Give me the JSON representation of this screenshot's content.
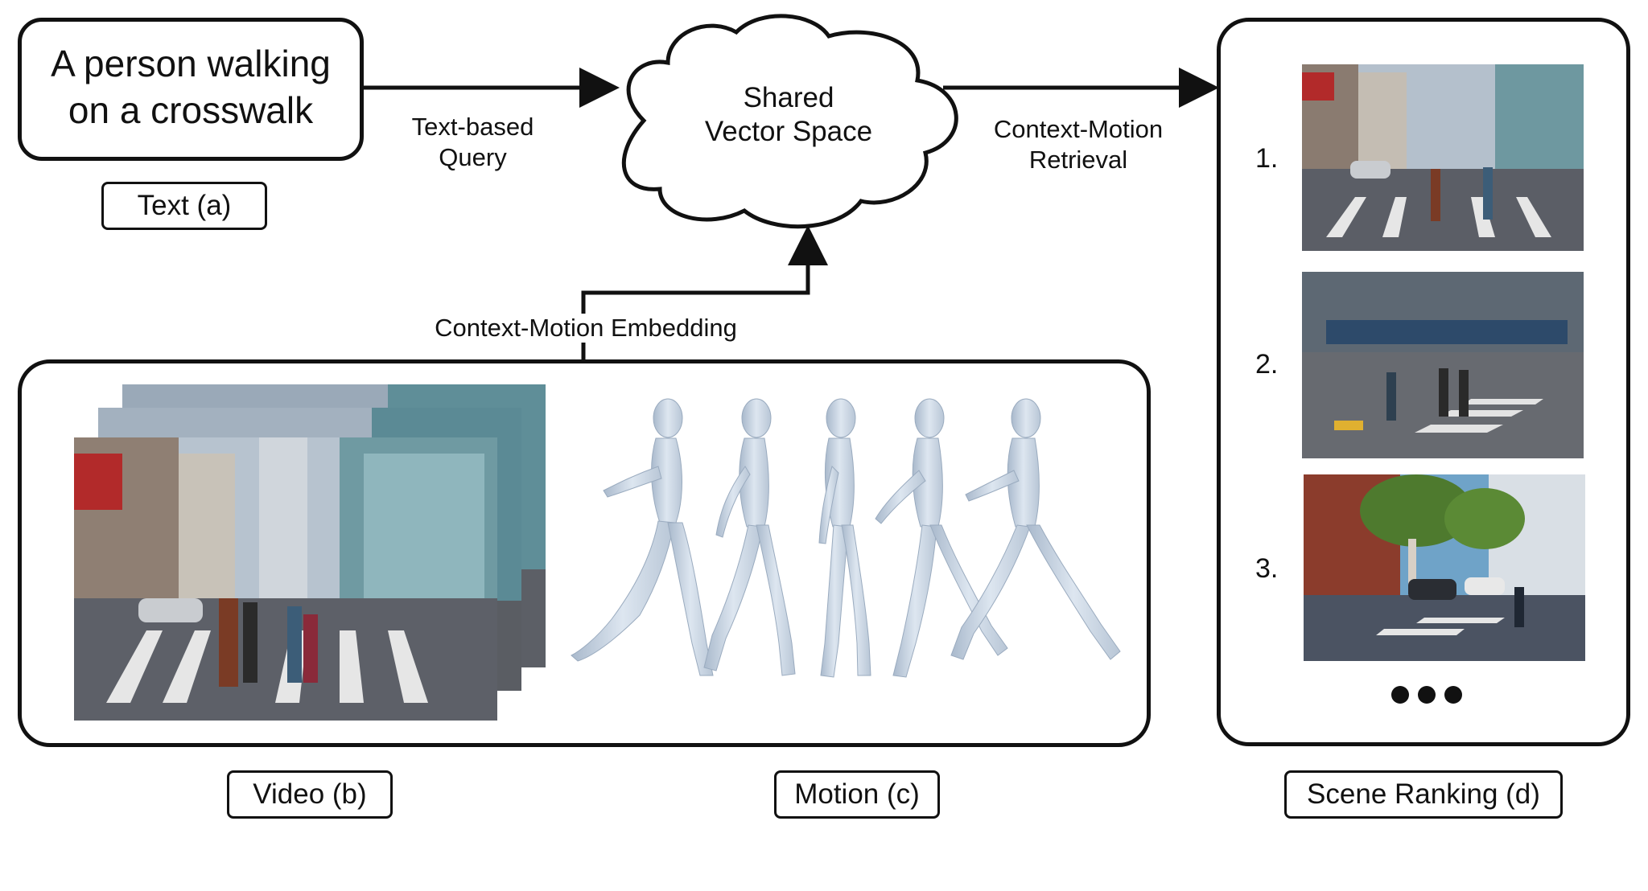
{
  "text_box": {
    "line1": "A person walking",
    "line2": "on a crosswalk"
  },
  "captions": {
    "text": "Text (a)",
    "video": "Video (b)",
    "motion": "Motion (c)",
    "ranking": "Scene Ranking (d)"
  },
  "arrows": {
    "query_line1": "Text-based",
    "query_line2": "Query",
    "retrieval_line1": "Context-Motion",
    "retrieval_line2": "Retrieval",
    "embedding": "Context-Motion Embedding"
  },
  "cloud": {
    "line1": "Shared",
    "line2": "Vector Space"
  },
  "ranking": {
    "items": [
      "1.",
      "2.",
      "3."
    ]
  },
  "colors": {
    "stroke": "#111111",
    "mesh": "#c9d6e6",
    "mesh_shade": "#a9b9cc"
  },
  "icons": {
    "more": "ellipsis-dots"
  }
}
